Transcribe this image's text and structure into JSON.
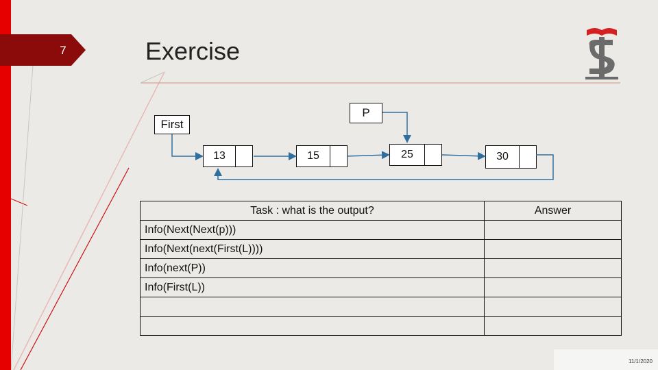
{
  "slide": {
    "number": "7",
    "title": "Exercise",
    "date": "11/1/2020"
  },
  "diagram": {
    "first_label": "First",
    "p_label": "P",
    "nodes": [
      "13",
      "15",
      "25",
      "30"
    ]
  },
  "task_table": {
    "header_task": "Task : what is the output?",
    "header_answer": "Answer",
    "rows": [
      {
        "task": "Info(Next(Next(p)))",
        "answer": ""
      },
      {
        "task": "Info(Next(next(First(L))))",
        "answer": ""
      },
      {
        "task": "Info(next(P))",
        "answer": ""
      },
      {
        "task": "Info(First(L))",
        "answer": ""
      },
      {
        "task": "",
        "answer": ""
      },
      {
        "task": "",
        "answer": ""
      }
    ]
  },
  "colors": {
    "accent_red": "#e60000",
    "dark_red": "#8b0b0b",
    "arrow_blue": "#2f6f9f",
    "logo_gray": "#6b6b6b"
  }
}
